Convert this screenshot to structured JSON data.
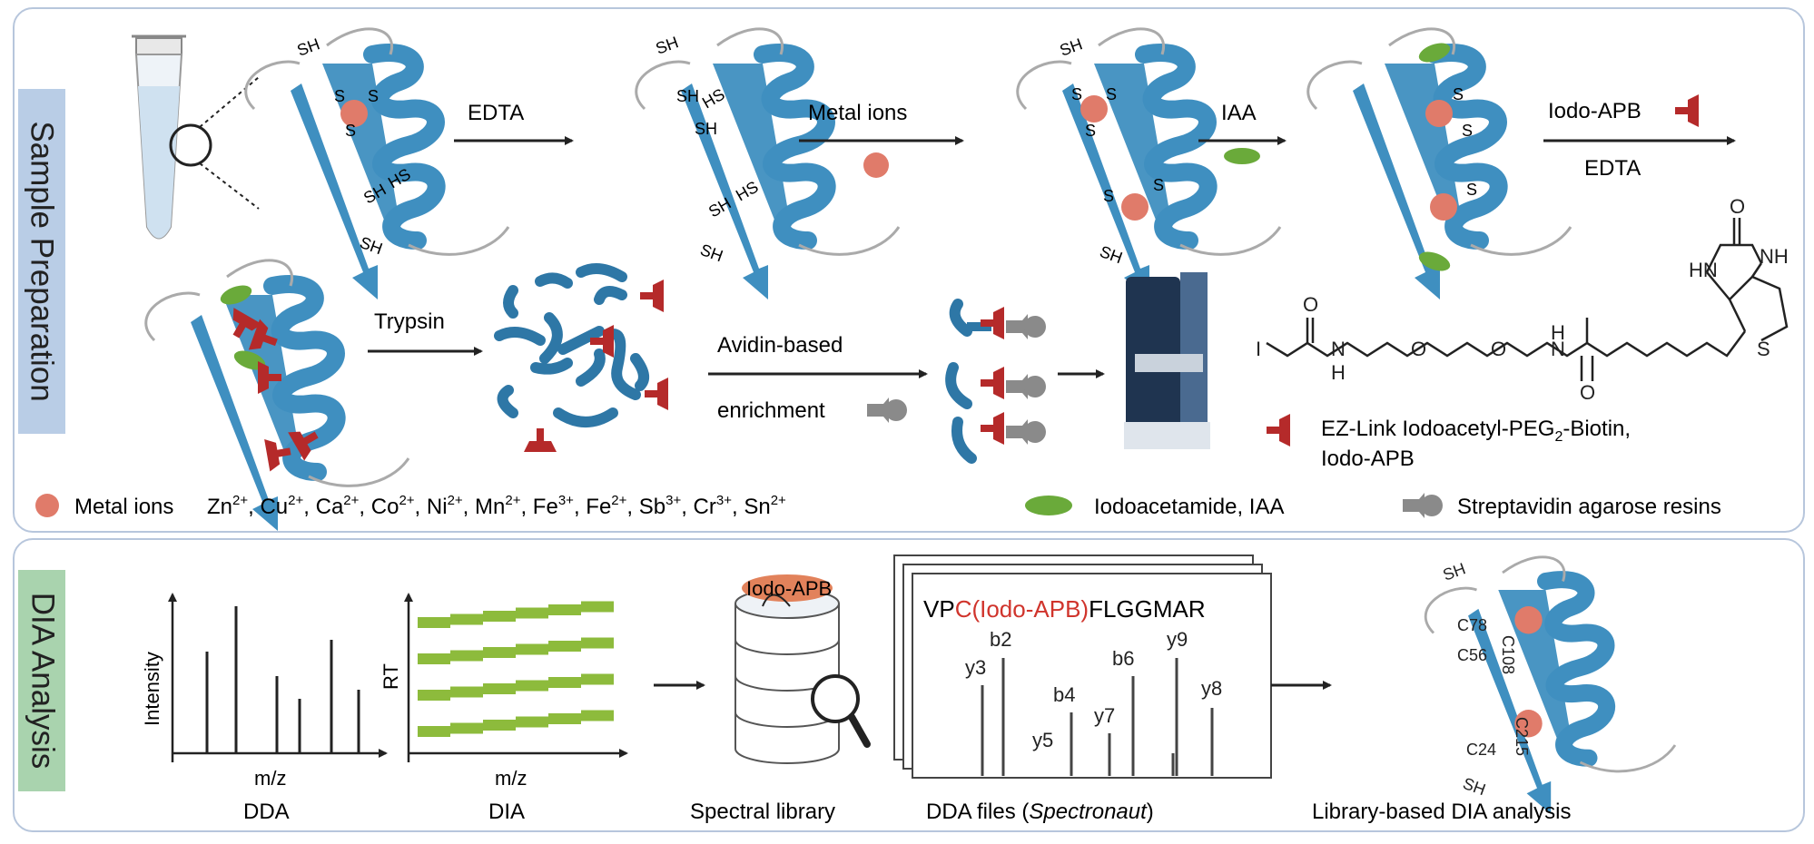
{
  "sections": {
    "sample_preparation": "Sample Preparation",
    "dia_analysis": "DIA Analysis"
  },
  "steps": {
    "edta": "EDTA",
    "metal_ions": "Metal ions",
    "iaa": "IAA",
    "iodo_apb": "Iodo-APB",
    "edta2": "EDTA",
    "trypsin": "Trypsin",
    "avidin_1": "Avidin-based",
    "avidin_2": "enrichment"
  },
  "protein_labels": {
    "sh": "SH",
    "hs": "HS",
    "s": "S"
  },
  "structure_labels": {
    "o": "O",
    "n": "N",
    "h": "H",
    "nh": "NH",
    "hn": "HN",
    "i": "I",
    "s": "S"
  },
  "legend": {
    "metal_ions_label": "Metal ions",
    "metal_ions_list": [
      {
        "el": "Zn",
        "ch": "2+",
        "sep": ","
      },
      {
        "el": "Cu",
        "ch": "2+",
        "sep": ","
      },
      {
        "el": "Ca",
        "ch": "2+",
        "sep": ","
      },
      {
        "el": "Co",
        "ch": "2+",
        "sep": ","
      },
      {
        "el": "Ni",
        "ch": "2+",
        "sep": ","
      },
      {
        "el": "Mn",
        "ch": "2+",
        "sep": ","
      },
      {
        "el": "Fe",
        "ch": "3+",
        "sep": ","
      },
      {
        "el": "Fe",
        "ch": "2+",
        "sep": ","
      },
      {
        "el": "Sb",
        "ch": "3+",
        "sep": ","
      },
      {
        "el": "Cr",
        "ch": "3+",
        "sep": ","
      },
      {
        "el": "Sn",
        "ch": "2+",
        "sep": ""
      }
    ],
    "iaa": "Iodoacetamide, IAA",
    "resin": "Streptavidin agarose resins",
    "ezlink_1a": "EZ-Link Iodoacetyl-PEG",
    "ezlink_sub": "2",
    "ezlink_1b": "-Biotin,",
    "ezlink_2": "Iodo-APB"
  },
  "dia": {
    "intensity": "Intensity",
    "mz": "m/z",
    "rt": "RT",
    "dda": "DDA",
    "dia": "DIA",
    "db_tag": "Iodo-APB",
    "spectral_library": "Spectral library",
    "peptide_a": "VP",
    "peptide_b": "C(Iodo-APB)",
    "peptide_c": "FLGGMAR",
    "ions": [
      "y3",
      "b2",
      "b4",
      "y5",
      "y7",
      "b6",
      "y9",
      "y8"
    ],
    "dda_files_a": "DDA files (",
    "dda_files_b": "Spectronaut",
    "dda_files_c": ")",
    "sites": [
      "C78",
      "C108",
      "C56",
      "C215",
      "C24"
    ],
    "sh": "SH",
    "library_dia": "Library-based DIA analysis"
  },
  "colors": {
    "protein_blue": "#3f8fc0",
    "metal_ion": "#e07b6a",
    "iaa_green": "#6aaa3a",
    "probe_red": "#b52a2a",
    "resin_gray": "#8a8a8a",
    "dia_green": "#8dbb3c",
    "accent_red": "#d0342c",
    "tag_orange": "#e2825b",
    "panel_border": "#b7c6dc"
  }
}
